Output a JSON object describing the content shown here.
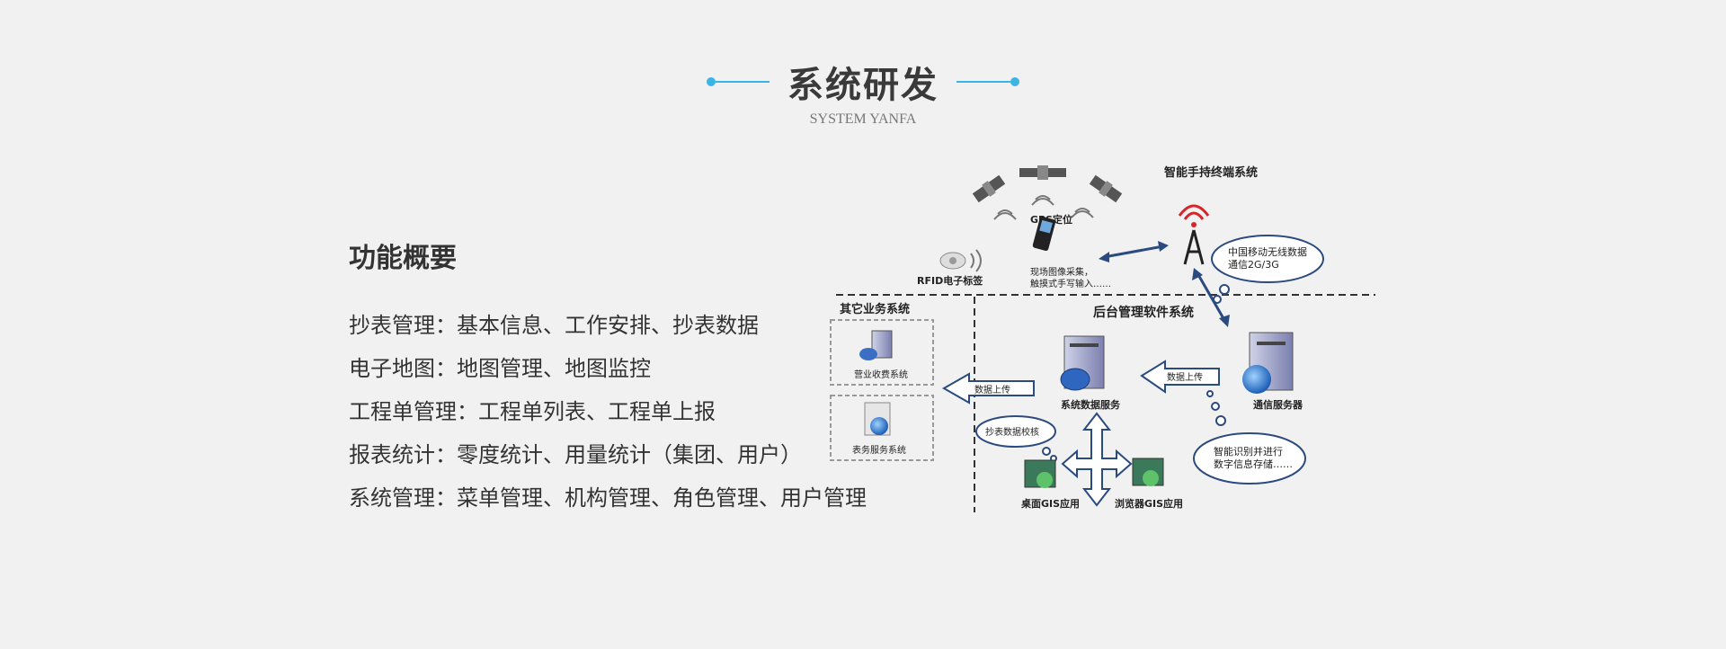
{
  "header": {
    "title": "系统研发",
    "subtitle": "SYSTEM YANFA",
    "accent_color": "#3cb4e5"
  },
  "overview": {
    "heading": "功能概要",
    "features": [
      "抄表管理：基本信息、工作安排、抄表数据",
      "电子地图：地图管理、地图监控",
      "工程单管理：工程单列表、工程单上报",
      "报表统计：零度统计、用量统计（集团、用户）",
      "系统管理：菜单管理、机构管理、角色管理、用户管理"
    ]
  },
  "diagram": {
    "handheld_title": "智能手持终端系统",
    "gps": "GPS定位",
    "rfid": "RFID电子标签",
    "field_input_1": "现场图像采集，",
    "field_input_2": "触摸式手写输入……",
    "cloud_mobile_1": "中国移动无线数据",
    "cloud_mobile_2": "通信2G/3G",
    "other_systems": "其它业务系统",
    "billing_system": "营业收费系统",
    "meter_service_system": "表务服务系统",
    "backend_title": "后台管理软件系统",
    "upload_left": "数据上传",
    "upload_right": "数据上传",
    "data_service": "系统数据服务",
    "comm_server": "通信服务器",
    "meter_verify": "抄表数据校核",
    "smart_storage_1": "智能识别并进行",
    "smart_storage_2": "数字信息存储……",
    "desktop_gis": "桌面GIS应用",
    "browser_gis": "浏览器GIS应用"
  }
}
